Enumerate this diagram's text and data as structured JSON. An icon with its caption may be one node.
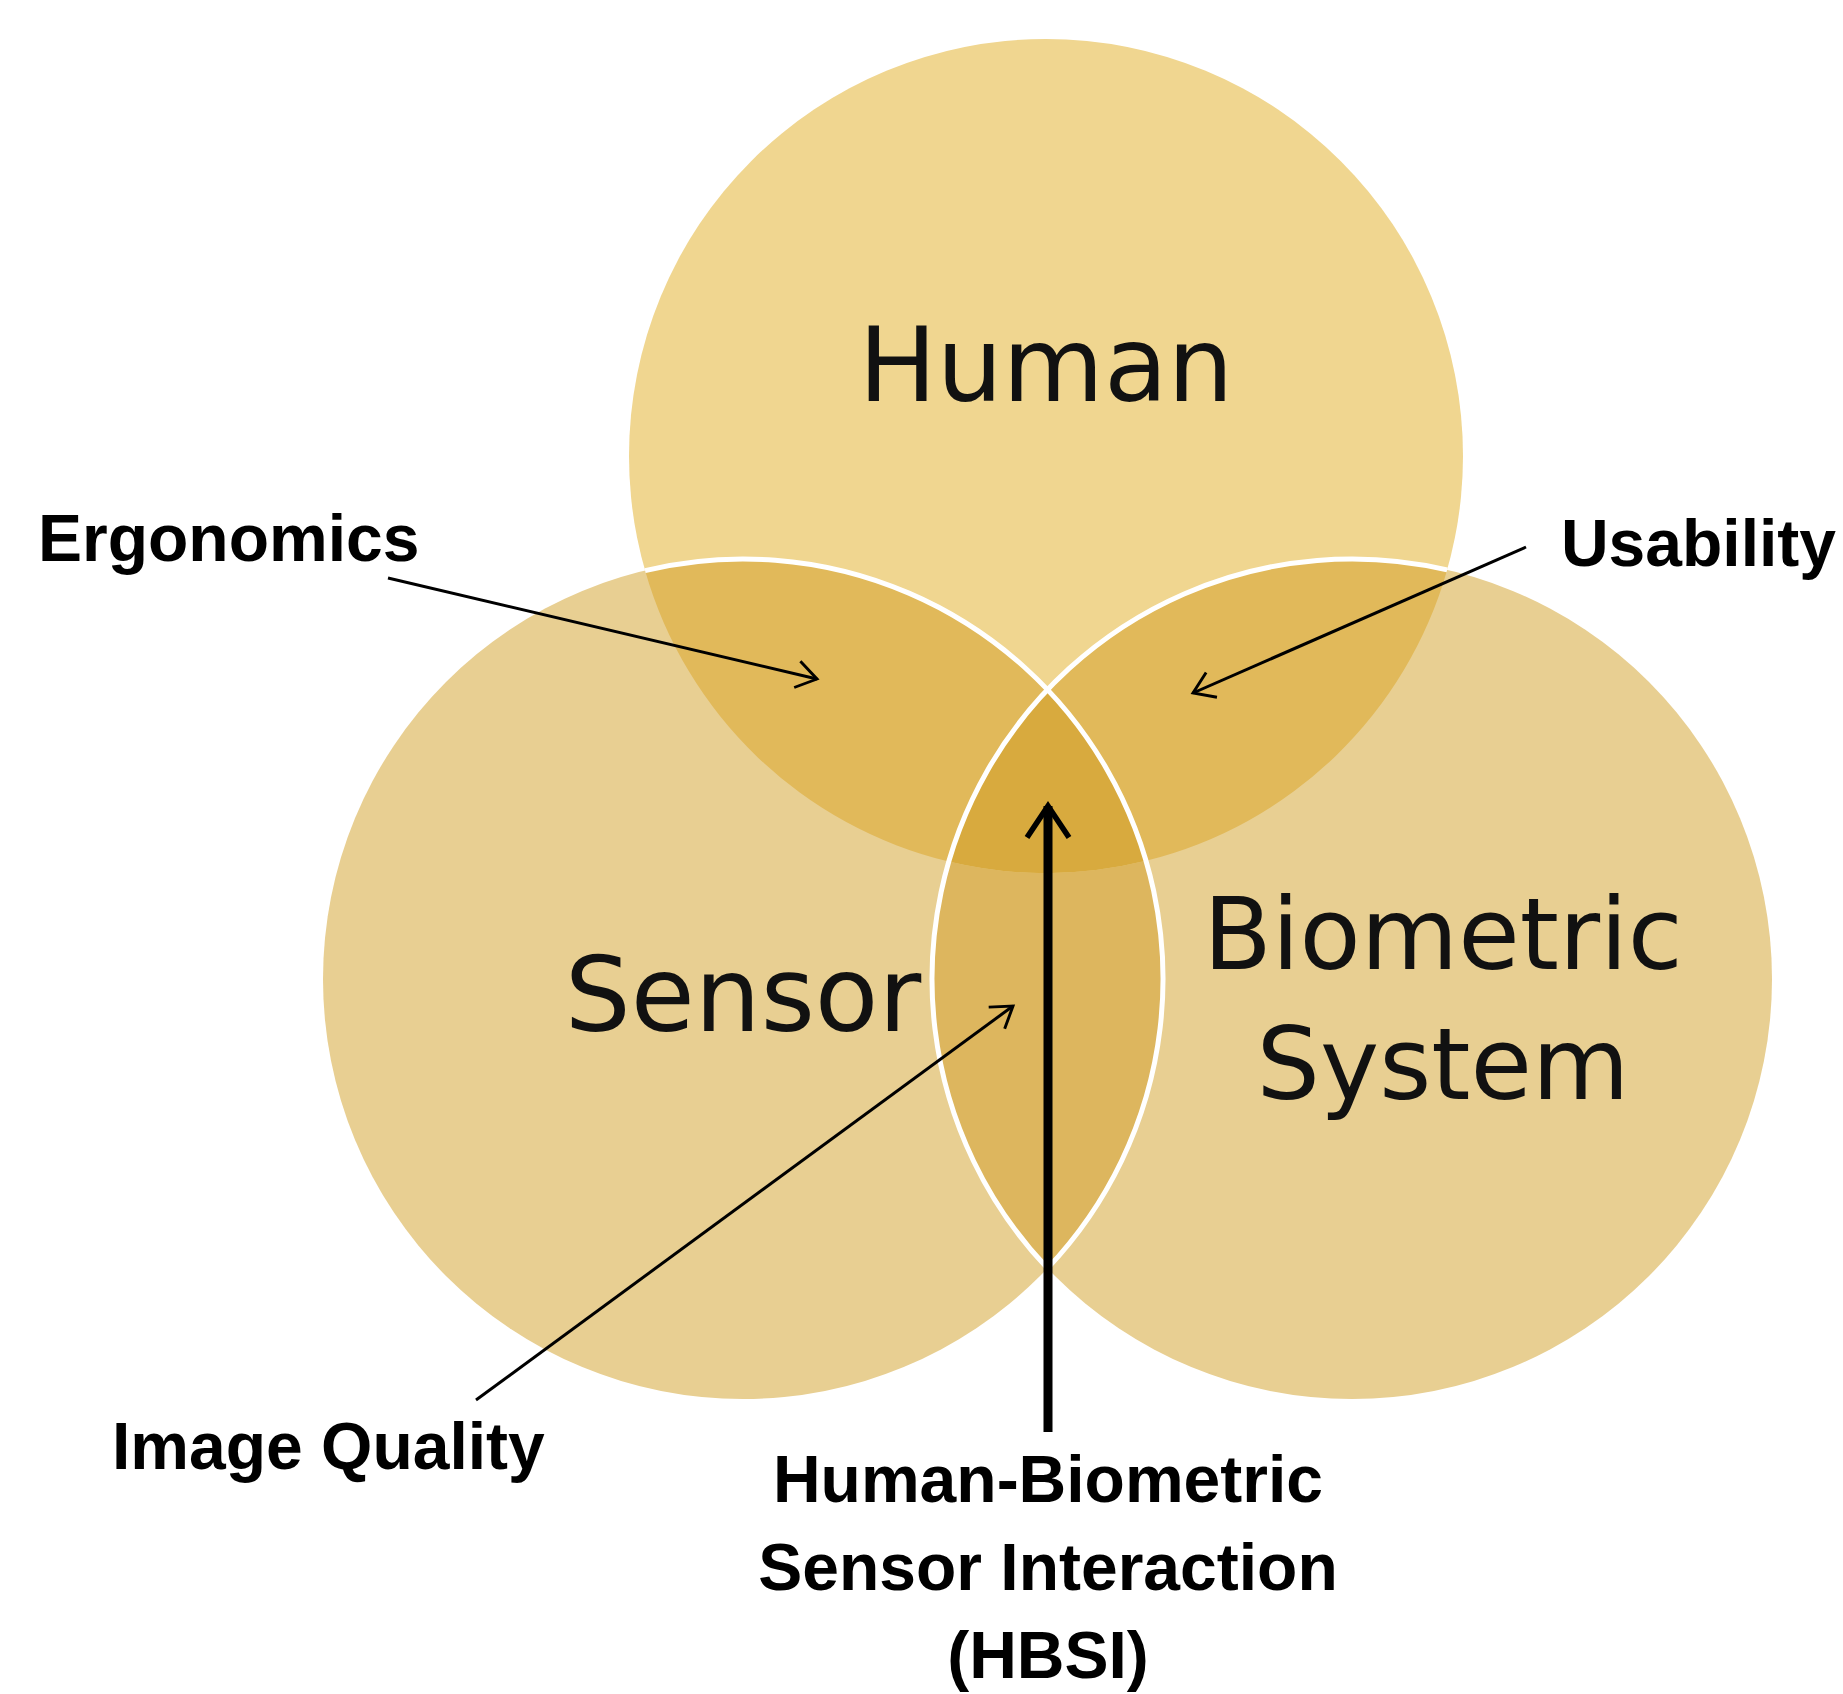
{
  "diagram": {
    "nodes": [
      {
        "text": [
          "Human"
        ]
      },
      {
        "text": [
          "Sensor"
        ]
      },
      {
        "text": [
          "Biometric System"
        ]
      },
      {
        "text": [
          "Ergonomics"
        ]
      },
      {
        "text": [
          "Usability"
        ]
      },
      {
        "text": [
          "Image Quality"
        ]
      },
      {
        "text": [
          "Human-Biometric Sensor Interaction (HBSI)"
        ]
      },
      {
        "text": [],
        "shape": "lens"
      },
      {
        "text": [],
        "shape": "lens"
      },
      {
        "text": [],
        "shape": "lens"
      },
      {
        "text": [],
        "shape": "lens"
      }
    ],
    "edges": [
      {
        "from": 3,
        "to": 7,
        "arrow": "to"
      },
      {
        "from": 4,
        "to": 8,
        "arrow": "to"
      },
      {
        "from": 5,
        "to": 9,
        "arrow": "to"
      },
      {
        "from": 6,
        "to": 10,
        "arrow": "to",
        "style": "thick"
      }
    ]
  }
}
